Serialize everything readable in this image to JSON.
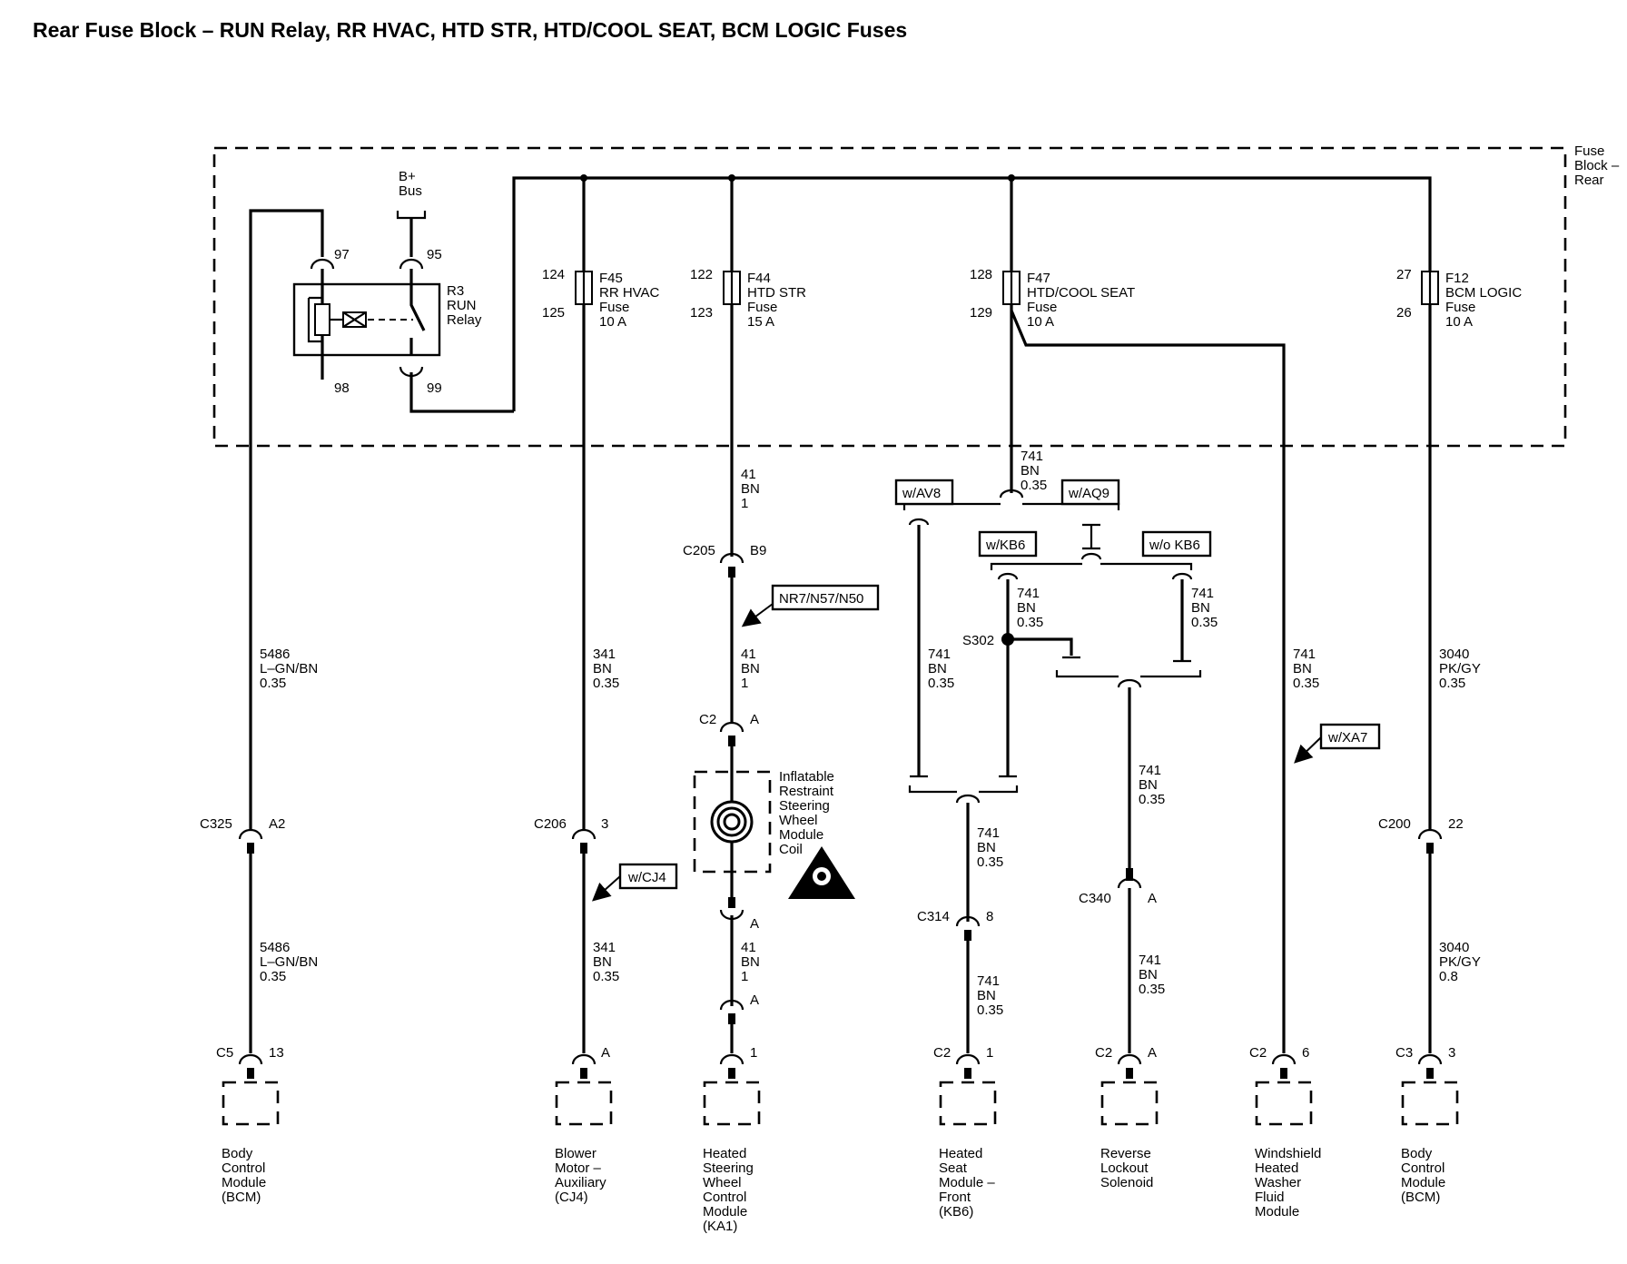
{
  "title": "Rear Fuse Block – RUN Relay, RR HVAC, HTD STR, HTD/COOL SEAT, BCM LOGIC Fuses",
  "fuse_block_label": [
    "Fuse",
    "Block –",
    "Rear"
  ],
  "bplus": [
    "B+",
    "Bus"
  ],
  "relay": {
    "label": [
      "R3",
      "RUN",
      "Relay"
    ],
    "pins": {
      "p97": "97",
      "p95": "95",
      "p98": "98",
      "p99": "99"
    }
  },
  "fuses": [
    {
      "pin_top": "124",
      "pin_bottom": "125",
      "label": [
        "F45",
        "RR HVAC",
        "Fuse",
        "10 A"
      ]
    },
    {
      "pin_top": "122",
      "pin_bottom": "123",
      "label": [
        "F44",
        "HTD STR",
        "Fuse",
        "15 A"
      ]
    },
    {
      "pin_top": "128",
      "pin_bottom": "129",
      "label": [
        "F47",
        "HTD/COOL SEAT",
        "Fuse",
        "10 A"
      ]
    },
    {
      "pin_top": "27",
      "pin_bottom": "26",
      "label": [
        "F12",
        "BCM LOGIC",
        "Fuse",
        "10 A"
      ]
    }
  ],
  "wires": {
    "w5486a": [
      "5486",
      "L–GN/BN",
      "0.35"
    ],
    "w5486b": [
      "5486",
      "L–GN/BN",
      "0.35"
    ],
    "w341a": [
      "341",
      "BN",
      "0.35"
    ],
    "w341b": [
      "341",
      "BN",
      "0.35"
    ],
    "w41a": [
      "41",
      "BN",
      "1"
    ],
    "w41b": [
      "41",
      "BN",
      "1"
    ],
    "w41c": [
      "41",
      "BN",
      "1"
    ],
    "w741top": [
      "741",
      "BN",
      "0.35"
    ],
    "w741left": [
      "741",
      "BN",
      "0.35"
    ],
    "w741s302": [
      "741",
      "BN",
      "0.35"
    ],
    "w741right": [
      "741",
      "BN",
      "0.35"
    ],
    "w741seat": [
      "741",
      "BN",
      "0.35"
    ],
    "w741seat2": [
      "741",
      "BN",
      "0.35"
    ],
    "w741rev": [
      "741",
      "BN",
      "0.35"
    ],
    "w741rev2": [
      "741",
      "BN",
      "0.35"
    ],
    "w741wash": [
      "741",
      "BN",
      "0.35"
    ],
    "w3040a": [
      "3040",
      "PK/GY",
      "0.35"
    ],
    "w3040b": [
      "3040",
      "PK/GY",
      "0.8"
    ]
  },
  "connectors": {
    "c325": {
      "name": "C325",
      "pin": "A2"
    },
    "c206": {
      "name": "C206",
      "pin": "3"
    },
    "c205": {
      "name": "C205",
      "pin": "B9"
    },
    "c2a": {
      "name": "C2",
      "pin": "A"
    },
    "coilA": {
      "name": "",
      "pin": "A"
    },
    "hswA": {
      "name": "",
      "pin": "A"
    },
    "c200": {
      "name": "C200",
      "pin": "22"
    },
    "c314": {
      "name": "C314",
      "pin": "8"
    },
    "c340": {
      "name": "C340",
      "pin": "A"
    },
    "m_bcm1": {
      "name": "C5",
      "pin": "13"
    },
    "m_blower": {
      "name": "",
      "pin": "A"
    },
    "m_hsw": {
      "name": "",
      "pin": "1"
    },
    "m_seat": {
      "name": "C2",
      "pin": "1"
    },
    "m_rev": {
      "name": "C2",
      "pin": "A"
    },
    "m_wash": {
      "name": "C2",
      "pin": "6"
    },
    "m_bcm2": {
      "name": "C3",
      "pin": "3"
    }
  },
  "splice": "S302",
  "options": {
    "av8": "w/AV8",
    "aq9": "w/AQ9",
    "kb6": "w/KB6",
    "wokb6": "w/o KB6",
    "nr7": "NR7/N57/N50",
    "cj4": "w/CJ4",
    "xa7": "w/XA7"
  },
  "coil_label": [
    "Inflatable",
    "Restraint",
    "Steering",
    "Wheel",
    "Module",
    "Coil"
  ],
  "modules": [
    {
      "label": [
        "Body",
        "Control",
        "Module",
        "(BCM)"
      ]
    },
    {
      "label": [
        "Blower",
        "Motor –",
        "Auxiliary",
        "(CJ4)"
      ]
    },
    {
      "label": [
        "Heated",
        "Steering",
        "Wheel",
        "Control",
        "Module",
        "(KA1)"
      ]
    },
    {
      "label": [
        "Heated",
        "Seat",
        "Module –",
        "Front",
        "(KB6)"
      ]
    },
    {
      "label": [
        "Reverse",
        "Lockout",
        "Solenoid"
      ]
    },
    {
      "label": [
        "Windshield",
        "Heated",
        "Washer",
        "Fluid",
        "Module"
      ]
    },
    {
      "label": [
        "Body",
        "Control",
        "Module",
        "(BCM)"
      ]
    }
  ]
}
